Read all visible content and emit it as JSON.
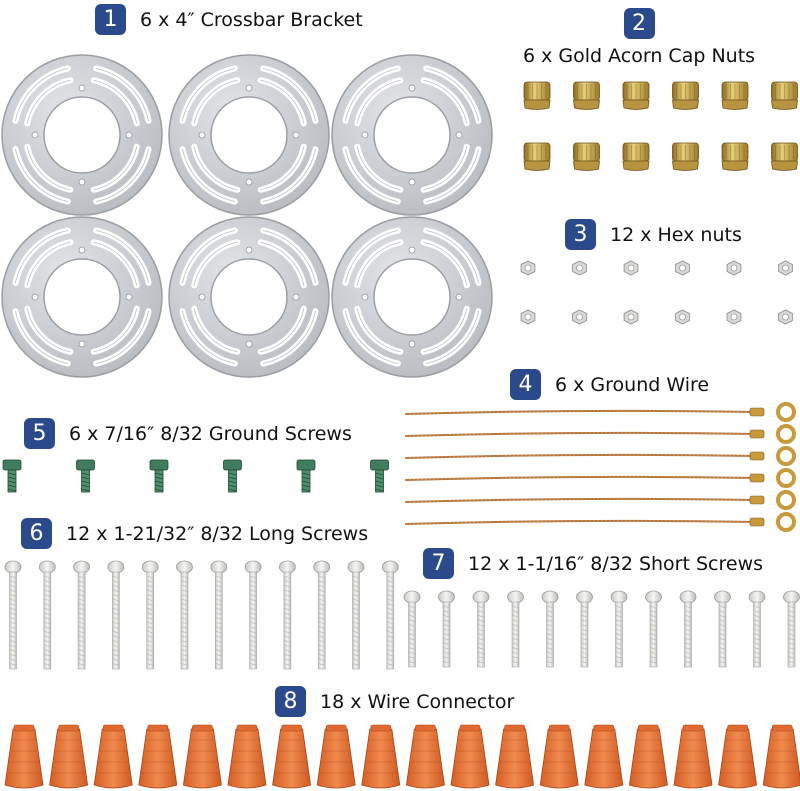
{
  "items": [
    {
      "num": "1",
      "text": "6 x 4″ Crossbar Bracket"
    },
    {
      "num": "2",
      "text": "6 x Gold Acorn Cap Nuts"
    },
    {
      "num": "3",
      "text": "12 x Hex nuts"
    },
    {
      "num": "4",
      "text": "6 x Ground Wire"
    },
    {
      "num": "5",
      "text": "6 x 7/16″ 8/32 Ground Screws"
    },
    {
      "num": "6",
      "text": "12 x 1-21/32″ 8/32 Long Screws"
    },
    {
      "num": "7",
      "text": "12 x 1-1/16″ 8/32 Short Screws"
    },
    {
      "num": "8",
      "text": "18 x Wire Connector"
    }
  ],
  "counts": {
    "brackets": 6,
    "acorn_nuts": 12,
    "hex_nuts": 12,
    "ground_wires": 6,
    "ground_screws": 6,
    "long_screws": 12,
    "short_screws": 12,
    "wire_connectors": 18
  },
  "colors": {
    "badge": "#2b4a8c",
    "steel": "#c9ccd0",
    "brass": "#c8a64a",
    "copper": "#b5713a",
    "green": "#3f7d5e",
    "screw": "#e4e4e2",
    "orange": "#e8733a"
  }
}
